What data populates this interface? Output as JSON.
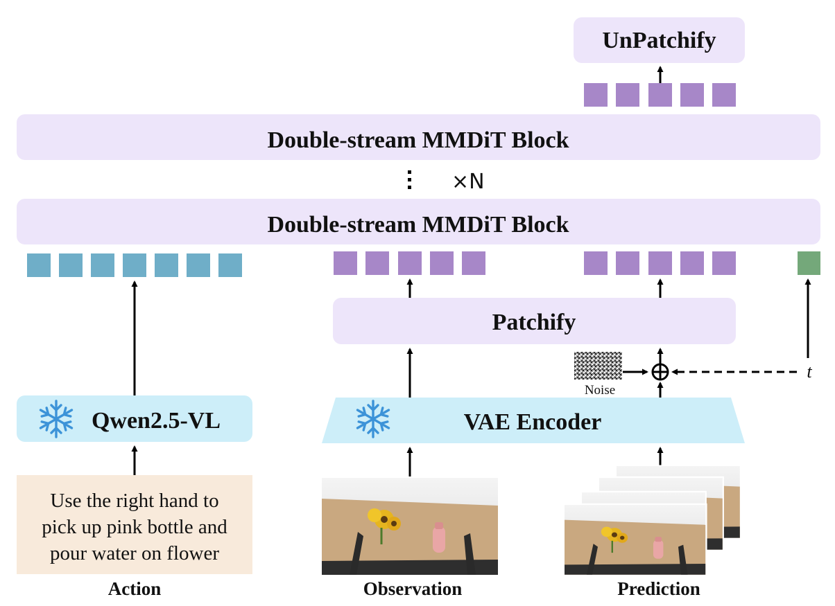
{
  "unpatchify": "UnPatchify",
  "mmdit_block_top": "Double-stream MMDiT Block",
  "repeat_label": "×N",
  "mmdit_block_bottom": "Double-stream MMDiT Block",
  "patchify": "Patchify",
  "qwen": "Qwen2.5-VL",
  "vae_encoder": "VAE Encoder",
  "noise": "Noise",
  "timestep": "t",
  "action_text": {
    "line1": "Use the right hand to",
    "line2": "pick up pink bottle and",
    "line3": "pour water on flower"
  },
  "captions": {
    "action": "Action",
    "observation": "Observation",
    "prediction": "Prediction"
  },
  "colors": {
    "block_fill": "#ede5fa",
    "encoder_fill": "#cdeef9",
    "action_fill": "#f8eadb",
    "text_token": "#6faec8",
    "image_token": "#a787c8",
    "time_token": "#74a87a",
    "snowflake": "#3c93d8"
  }
}
